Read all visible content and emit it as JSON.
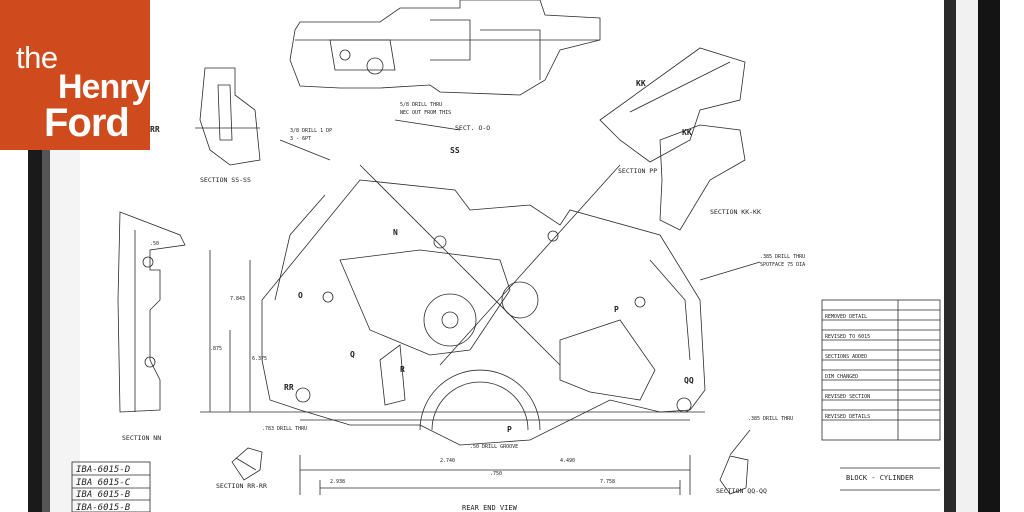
{
  "brand": {
    "line1": "the",
    "line2": "Henry",
    "line3": "Ford",
    "color": "#cf4a1c"
  },
  "drawing": {
    "title": "BLOCK - CYLINDER",
    "view_label": "REAR END VIEW",
    "part_numbers": [
      "IBA-6015-D",
      "IBA 6015-C",
      "IBA 6015-B",
      "IBA-6015-B"
    ],
    "section_labels": {
      "ss": "SECTION SS-SS",
      "oo": "SECT. O-O",
      "kk": "SECTION KK-KK",
      "pp": "SECTION PP",
      "nn": "SECTION NN",
      "rr": "SECTION RR-RR",
      "qq": "SECTION QQ-QQ"
    },
    "markers": {
      "ss": "SS",
      "kk1": "KK",
      "kk2": "KK",
      "n": "N",
      "p1": "P",
      "p2": "P",
      "o": "O",
      "q": "Q",
      "r": "R",
      "rr1": "RR",
      "rr2": "RR",
      "qq": "QQ"
    }
  }
}
